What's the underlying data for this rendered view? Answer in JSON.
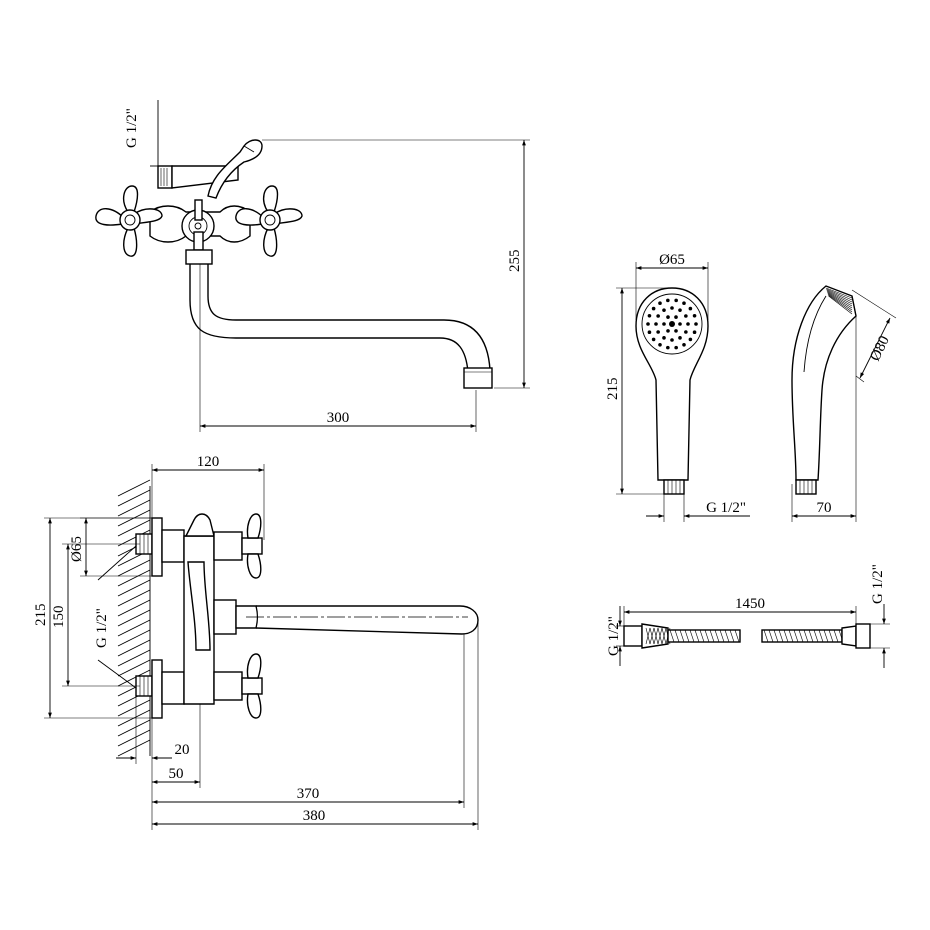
{
  "dimensions": {
    "top_view": {
      "thread": "G 1/2\"",
      "height": "255",
      "spout_reach": "300"
    },
    "side_view": {
      "body_depth": "120",
      "flange_diameter": "Ø65",
      "centers": "150",
      "overall_height": "215",
      "thread": "G 1/2\"",
      "offset_small": "20",
      "offset_body": "50",
      "spout_reach": "370",
      "overall_reach": "380"
    },
    "shower_head_front": {
      "head_diameter": "Ø65",
      "length": "215",
      "thread": "G 1/2\""
    },
    "shower_head_side": {
      "head_diameter": "Ø80",
      "depth": "70"
    },
    "hose": {
      "length": "1450",
      "thread_left": "G 1/2\"",
      "thread_right": "G 1/2\""
    }
  }
}
